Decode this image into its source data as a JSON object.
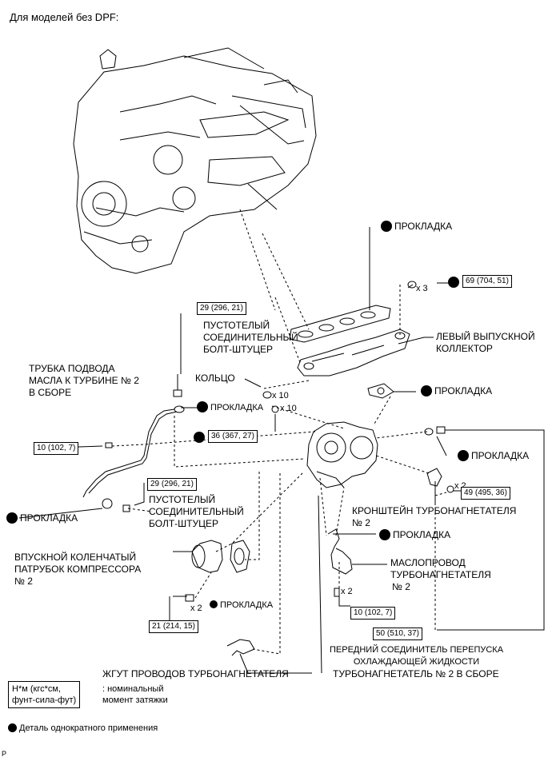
{
  "header": "Для моделей без DPF:",
  "labels": {
    "gasket_top": "ПРОКЛАДКА",
    "x3": "x 3",
    "torque_69": "69 (704, 51)",
    "torque_29a": "29 (296, 21)",
    "union_bolt_a": [
      "ПУСТОТЕЛЫЙ",
      "СОЕДИНИТЕЛЬНЫЙ",
      "БОЛТ-ШТУЦЕР"
    ],
    "exhaust_manifold": [
      "ЛЕВЫЙ ВЫПУСКНОЙ",
      "КОЛЛЕКТОР"
    ],
    "oil_tube": [
      "ТРУБКА ПОДВОДА",
      "МАСЛА К ТУРБИНЕ № 2",
      "В СБОРЕ"
    ],
    "ring": "КОЛЬЦО",
    "x10a": "x 10",
    "gasket_mid": "ПРОКЛАДКА",
    "gasket_oil": "ПРОКЛАДКА",
    "x10b": "x 10",
    "torque_36": "36 (367, 27)",
    "torque_10a": "10 (102, 7)",
    "gasket_right": "ПРОКЛАДКА",
    "x2a": "x 2",
    "torque_49": "49 (495, 36)",
    "torque_29b": "29 (296, 21)",
    "union_bolt_b": [
      "ПУСТОТЕЛЫЙ",
      "СОЕДИНИТЕЛЬНЫЙ",
      "БОЛТ-ШТУЦЕР"
    ],
    "gasket_left": "ПРОКЛАДКА",
    "bracket": "КРОНШТЕЙН ТУРБОНАГНЕТАТЕЛЯ",
    "n2": "№ 2",
    "gasket_bracket": "ПРОКЛАДКА",
    "inlet_elbow": [
      "ВПУСКНОЙ КОЛЕНЧАТЫЙ",
      "ПАТРУБОК КОМПРЕССОРА",
      "№ 2"
    ],
    "oil_pipe": [
      "МАСЛОПРОВОД",
      "ТУРБОНАГНЕТАТЕЛЯ",
      "№ 2"
    ],
    "x2b": "x 2",
    "gasket_elbow": "ПРОКЛАДКА",
    "x2c": "x 2",
    "torque_21": "21 (214, 15)",
    "torque_10b": "10 (102, 7)",
    "torque_50": "50 (510, 37)",
    "coolant_union": [
      "ПЕРЕДНИЙ СОЕДИНИТЕЛЬ ПЕРЕПУСКА",
      "ОХЛАЖДАЮЩЕЙ ЖИДКОСТИ"
    ],
    "wire_harness": "ЖГУТ ПРОВОДОВ ТУРБОНАГНЕТАТЕЛЯ",
    "turbo": "ТУРБОНАГНЕТАТЕЛЬ № 2 В СБОРЕ"
  },
  "legend": {
    "torque_box": [
      "Н*м (кгс*см,",
      "фунт-сила-фут)"
    ],
    "torque_desc": [
      ": номинальный",
      "момент затяжки"
    ],
    "one_time": "Деталь однократного применения"
  },
  "footer_mark": "P"
}
